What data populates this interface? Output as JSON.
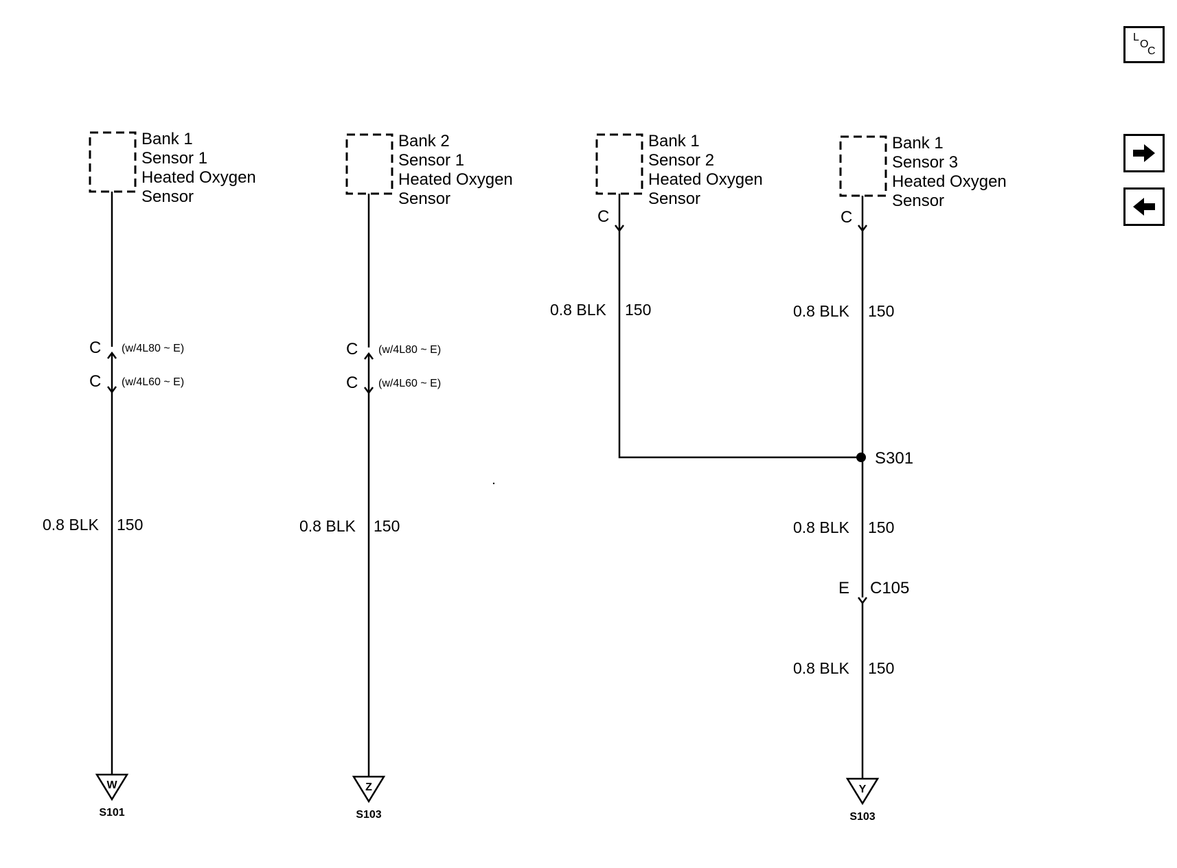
{
  "sensors": [
    {
      "lines": [
        "Bank 1",
        "Sensor 1",
        "Heated Oxygen",
        "Sensor"
      ]
    },
    {
      "lines": [
        "Bank 2",
        "Sensor 1",
        "Heated Oxygen",
        "Sensor"
      ]
    },
    {
      "lines": [
        "Bank 1",
        "Sensor 2",
        "Heated Oxygen",
        "Sensor"
      ]
    },
    {
      "lines": [
        "Bank 1",
        "Sensor 3",
        "Heated Oxygen",
        "Sensor"
      ]
    }
  ],
  "connectors": {
    "pin_c": "C",
    "pin_e": "E",
    "option_4l80": "(w/4L80 ~ E)",
    "option_4l60": "(w/4L60 ~ E)",
    "c105": "C105"
  },
  "wire": {
    "gauge_color": "0.8 BLK",
    "circuit": "150"
  },
  "splice": "S301",
  "grounds": [
    {
      "letter": "W",
      "id": "S101"
    },
    {
      "letter": "Z",
      "id": "S103"
    },
    {
      "letter": "Y",
      "id": "S103"
    }
  ],
  "nav": {
    "loc_l": "L",
    "loc_o": "O",
    "loc_c": "C",
    "next_icon": "arrow-right-icon",
    "prev_icon": "arrow-left-icon"
  }
}
